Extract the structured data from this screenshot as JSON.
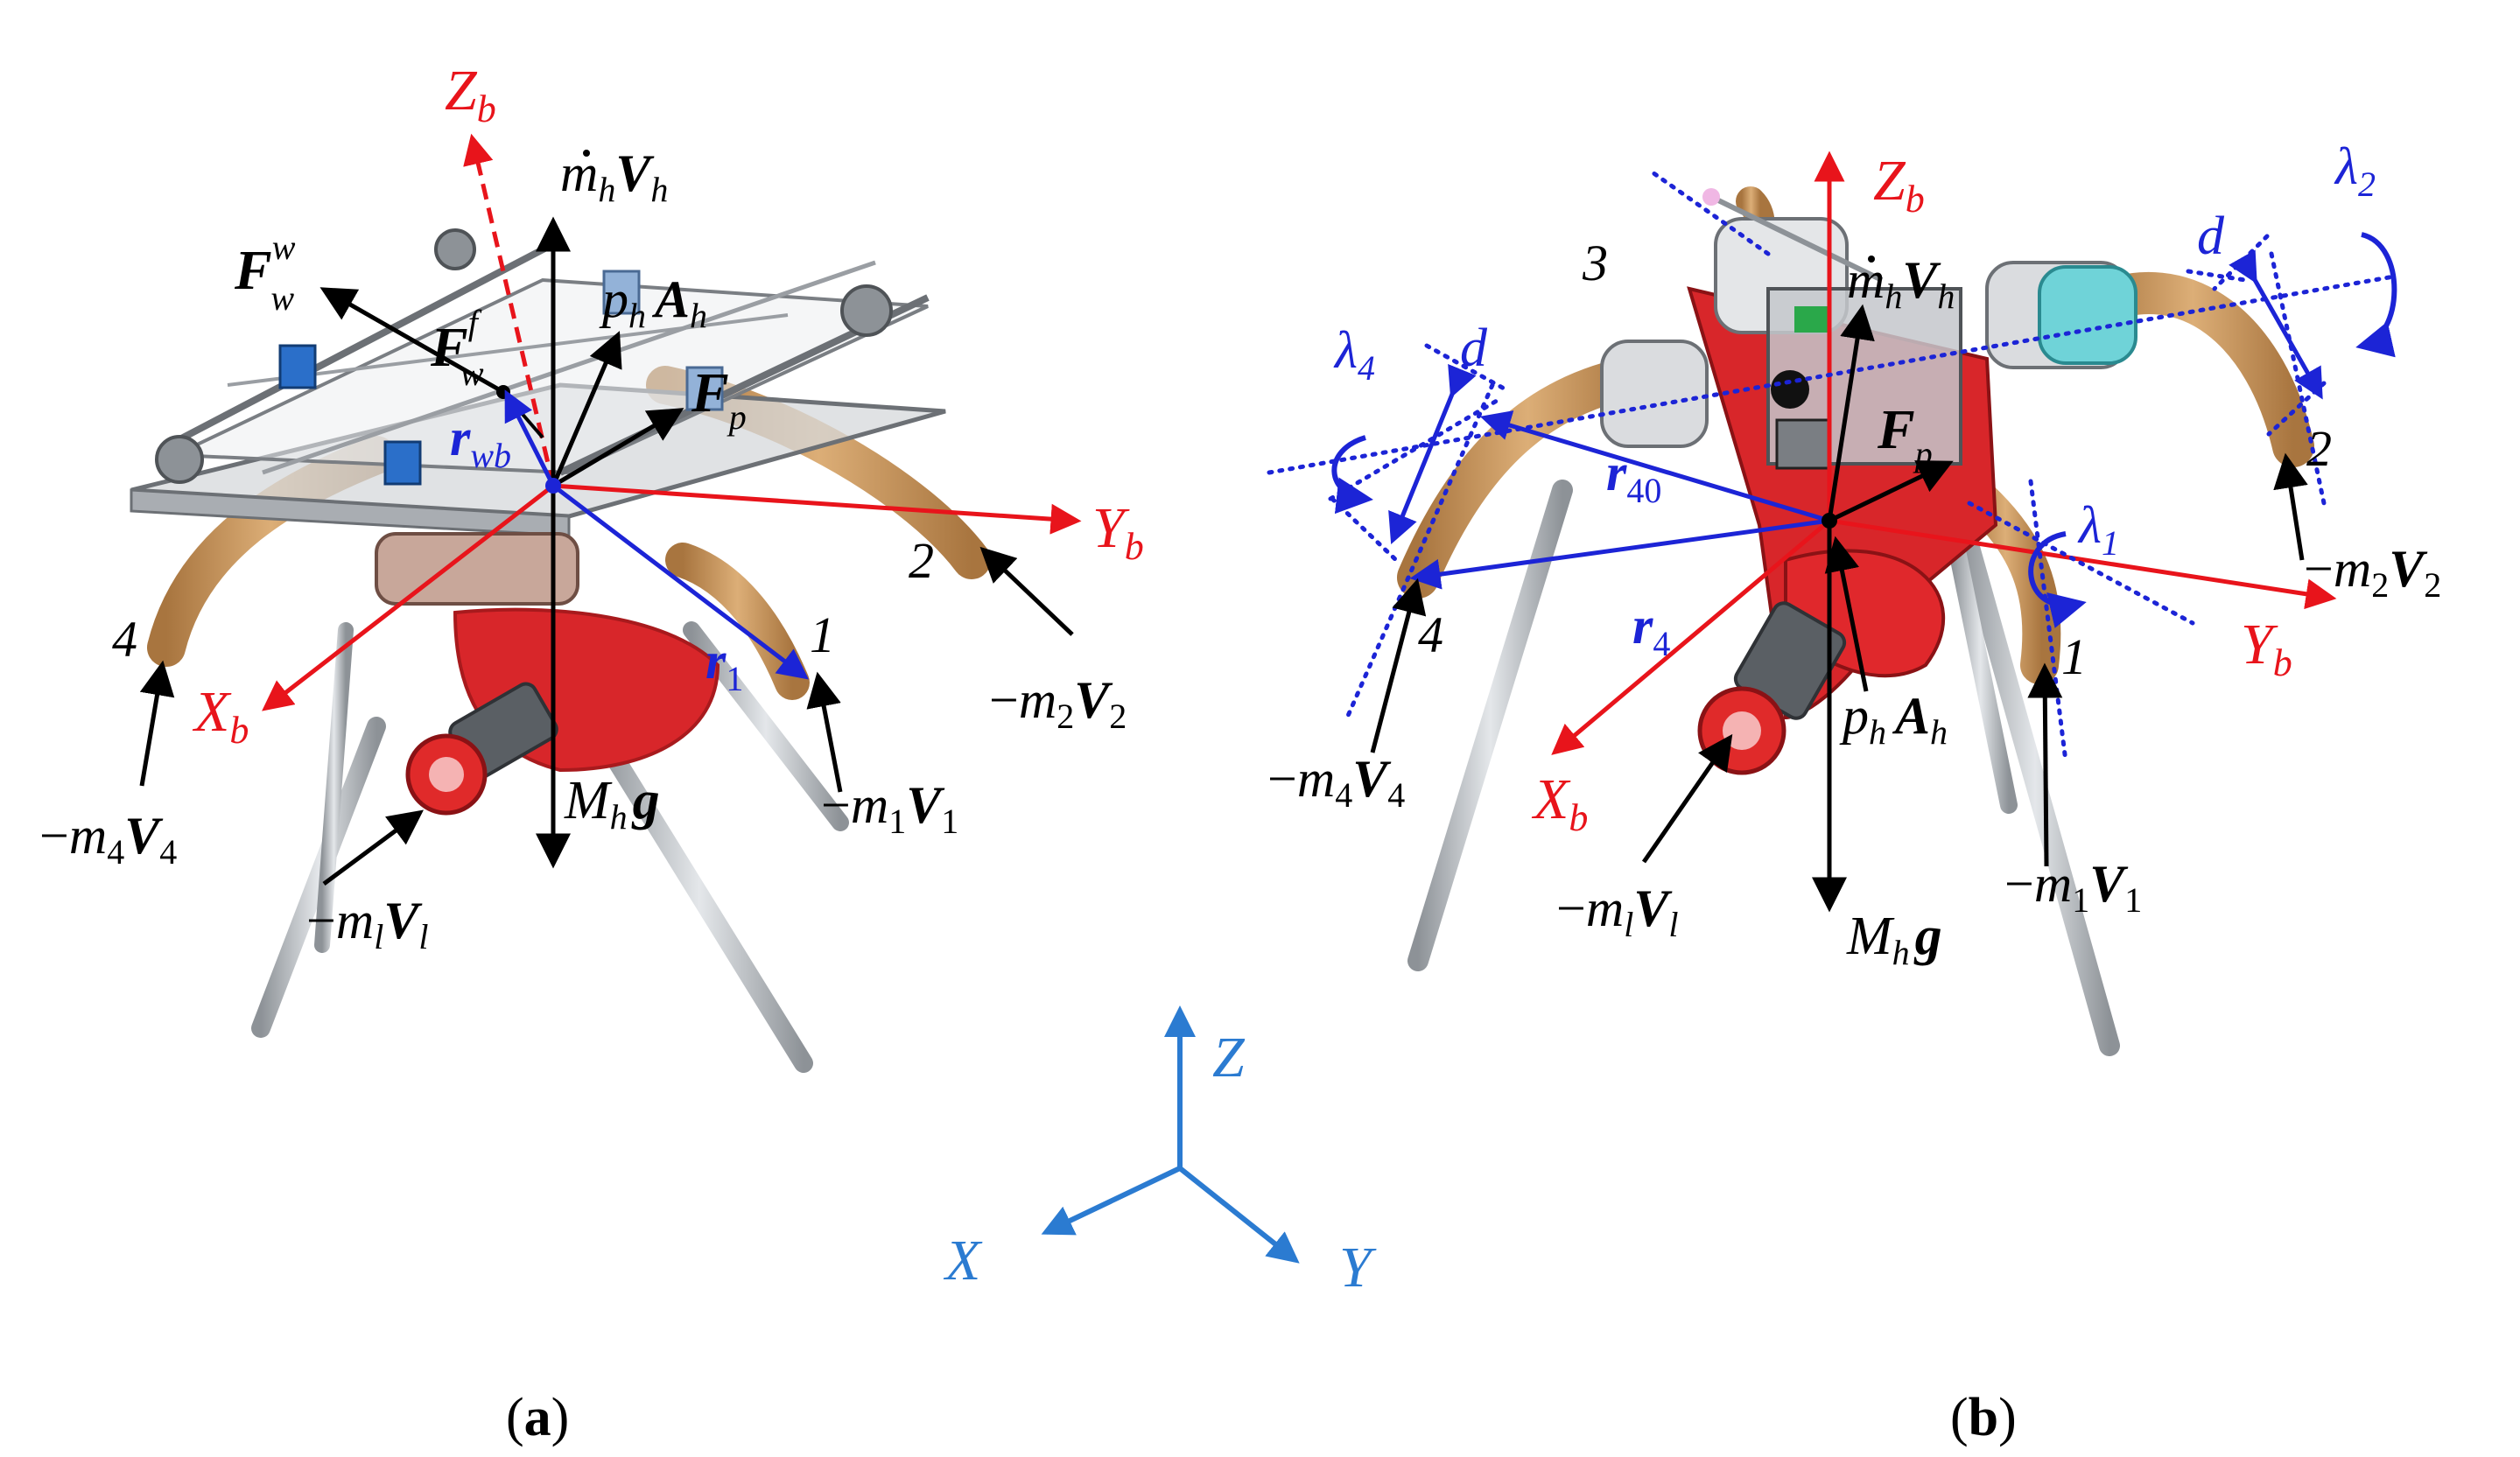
{
  "colors": {
    "body_axis": "#e8141b",
    "vector_blue": "#1c24d6",
    "force_black": "#000000",
    "world_axis": "#2b7bd1",
    "leg_tan": "#c9965e",
    "frame_gray": "#9a9ea3",
    "bag_red": "#d8262a",
    "pole_gray": "#c8ccd0"
  },
  "panel_a": {
    "caption": {
      "open": "(",
      "letter": "a",
      "close": ")"
    },
    "leg_numbers": [
      "1",
      "2",
      "4"
    ],
    "axes": {
      "zb": {
        "sym": "Z",
        "sub": "b"
      },
      "yb": {
        "sym": "Y",
        "sub": "b"
      },
      "xb": {
        "sym": "X",
        "sub": "b"
      }
    },
    "labels": {
      "mhVh": {
        "m": "m",
        "msub": "h",
        "v": "V",
        "vsub": "h"
      },
      "Fww": {
        "sym": "F",
        "sub": "w",
        "sup": "w"
      },
      "Fwf": {
        "sym": "F",
        "sub": "w",
        "sup": "f"
      },
      "phAh": {
        "p": "p",
        "psub": "h",
        "a": "A",
        "asub": "h"
      },
      "Fp": {
        "sym": "F",
        "sub": "p"
      },
      "rwb": {
        "sym": "r",
        "sub": "wb"
      },
      "r1": {
        "sym": "r",
        "sub": "1"
      },
      "m2V2": {
        "minus": "−",
        "m": "m",
        "msub": "2",
        "v": "V",
        "vsub": "2"
      },
      "m1V1": {
        "minus": "−",
        "m": "m",
        "msub": "1",
        "v": "V",
        "vsub": "1"
      },
      "m4V4": {
        "minus": "−",
        "m": "m",
        "msub": "4",
        "v": "V",
        "vsub": "4"
      },
      "mlVl": {
        "minus": "−",
        "m": "m",
        "msub": "l",
        "v": "V",
        "vsub": "l"
      },
      "Mhg": {
        "m": "M",
        "msub": "h",
        "g": "g"
      }
    }
  },
  "panel_b": {
    "caption": {
      "open": "(",
      "letter": "b",
      "close": ")"
    },
    "leg_numbers": [
      "1",
      "2",
      "3",
      "4"
    ],
    "axes": {
      "zb": {
        "sym": "Z",
        "sub": "b"
      },
      "yb": {
        "sym": "Y",
        "sub": "b"
      },
      "xb": {
        "sym": "X",
        "sub": "b"
      }
    },
    "labels": {
      "mhVh": {
        "m": "m",
        "msub": "h",
        "v": "V",
        "vsub": "h"
      },
      "Fp": {
        "sym": "F",
        "sub": "p"
      },
      "r40": {
        "sym": "r",
        "sub": "40"
      },
      "r4": {
        "sym": "r",
        "sub": "4"
      },
      "lambda1": {
        "sym": "λ",
        "sub": "1"
      },
      "lambda2": {
        "sym": "λ",
        "sub": "2"
      },
      "lambda4": {
        "sym": "λ",
        "sub": "4"
      },
      "d": "d",
      "m2V2": {
        "minus": "−",
        "m": "m",
        "msub": "2",
        "v": "V",
        "vsub": "2"
      },
      "m1V1": {
        "minus": "−",
        "m": "m",
        "msub": "1",
        "v": "V",
        "vsub": "1"
      },
      "m4V4": {
        "minus": "−",
        "m": "m",
        "msub": "4",
        "v": "V",
        "vsub": "4"
      },
      "mlVl": {
        "minus": "−",
        "m": "m",
        "msub": "l",
        "v": "V",
        "vsub": "l"
      },
      "phAh": {
        "p": "p",
        "psub": "h",
        "a": "A",
        "asub": "h"
      },
      "Mhg": {
        "m": "M",
        "msub": "h",
        "g": "g"
      }
    }
  },
  "world_frame": {
    "z": "Z",
    "x": "X",
    "y": "Y"
  }
}
